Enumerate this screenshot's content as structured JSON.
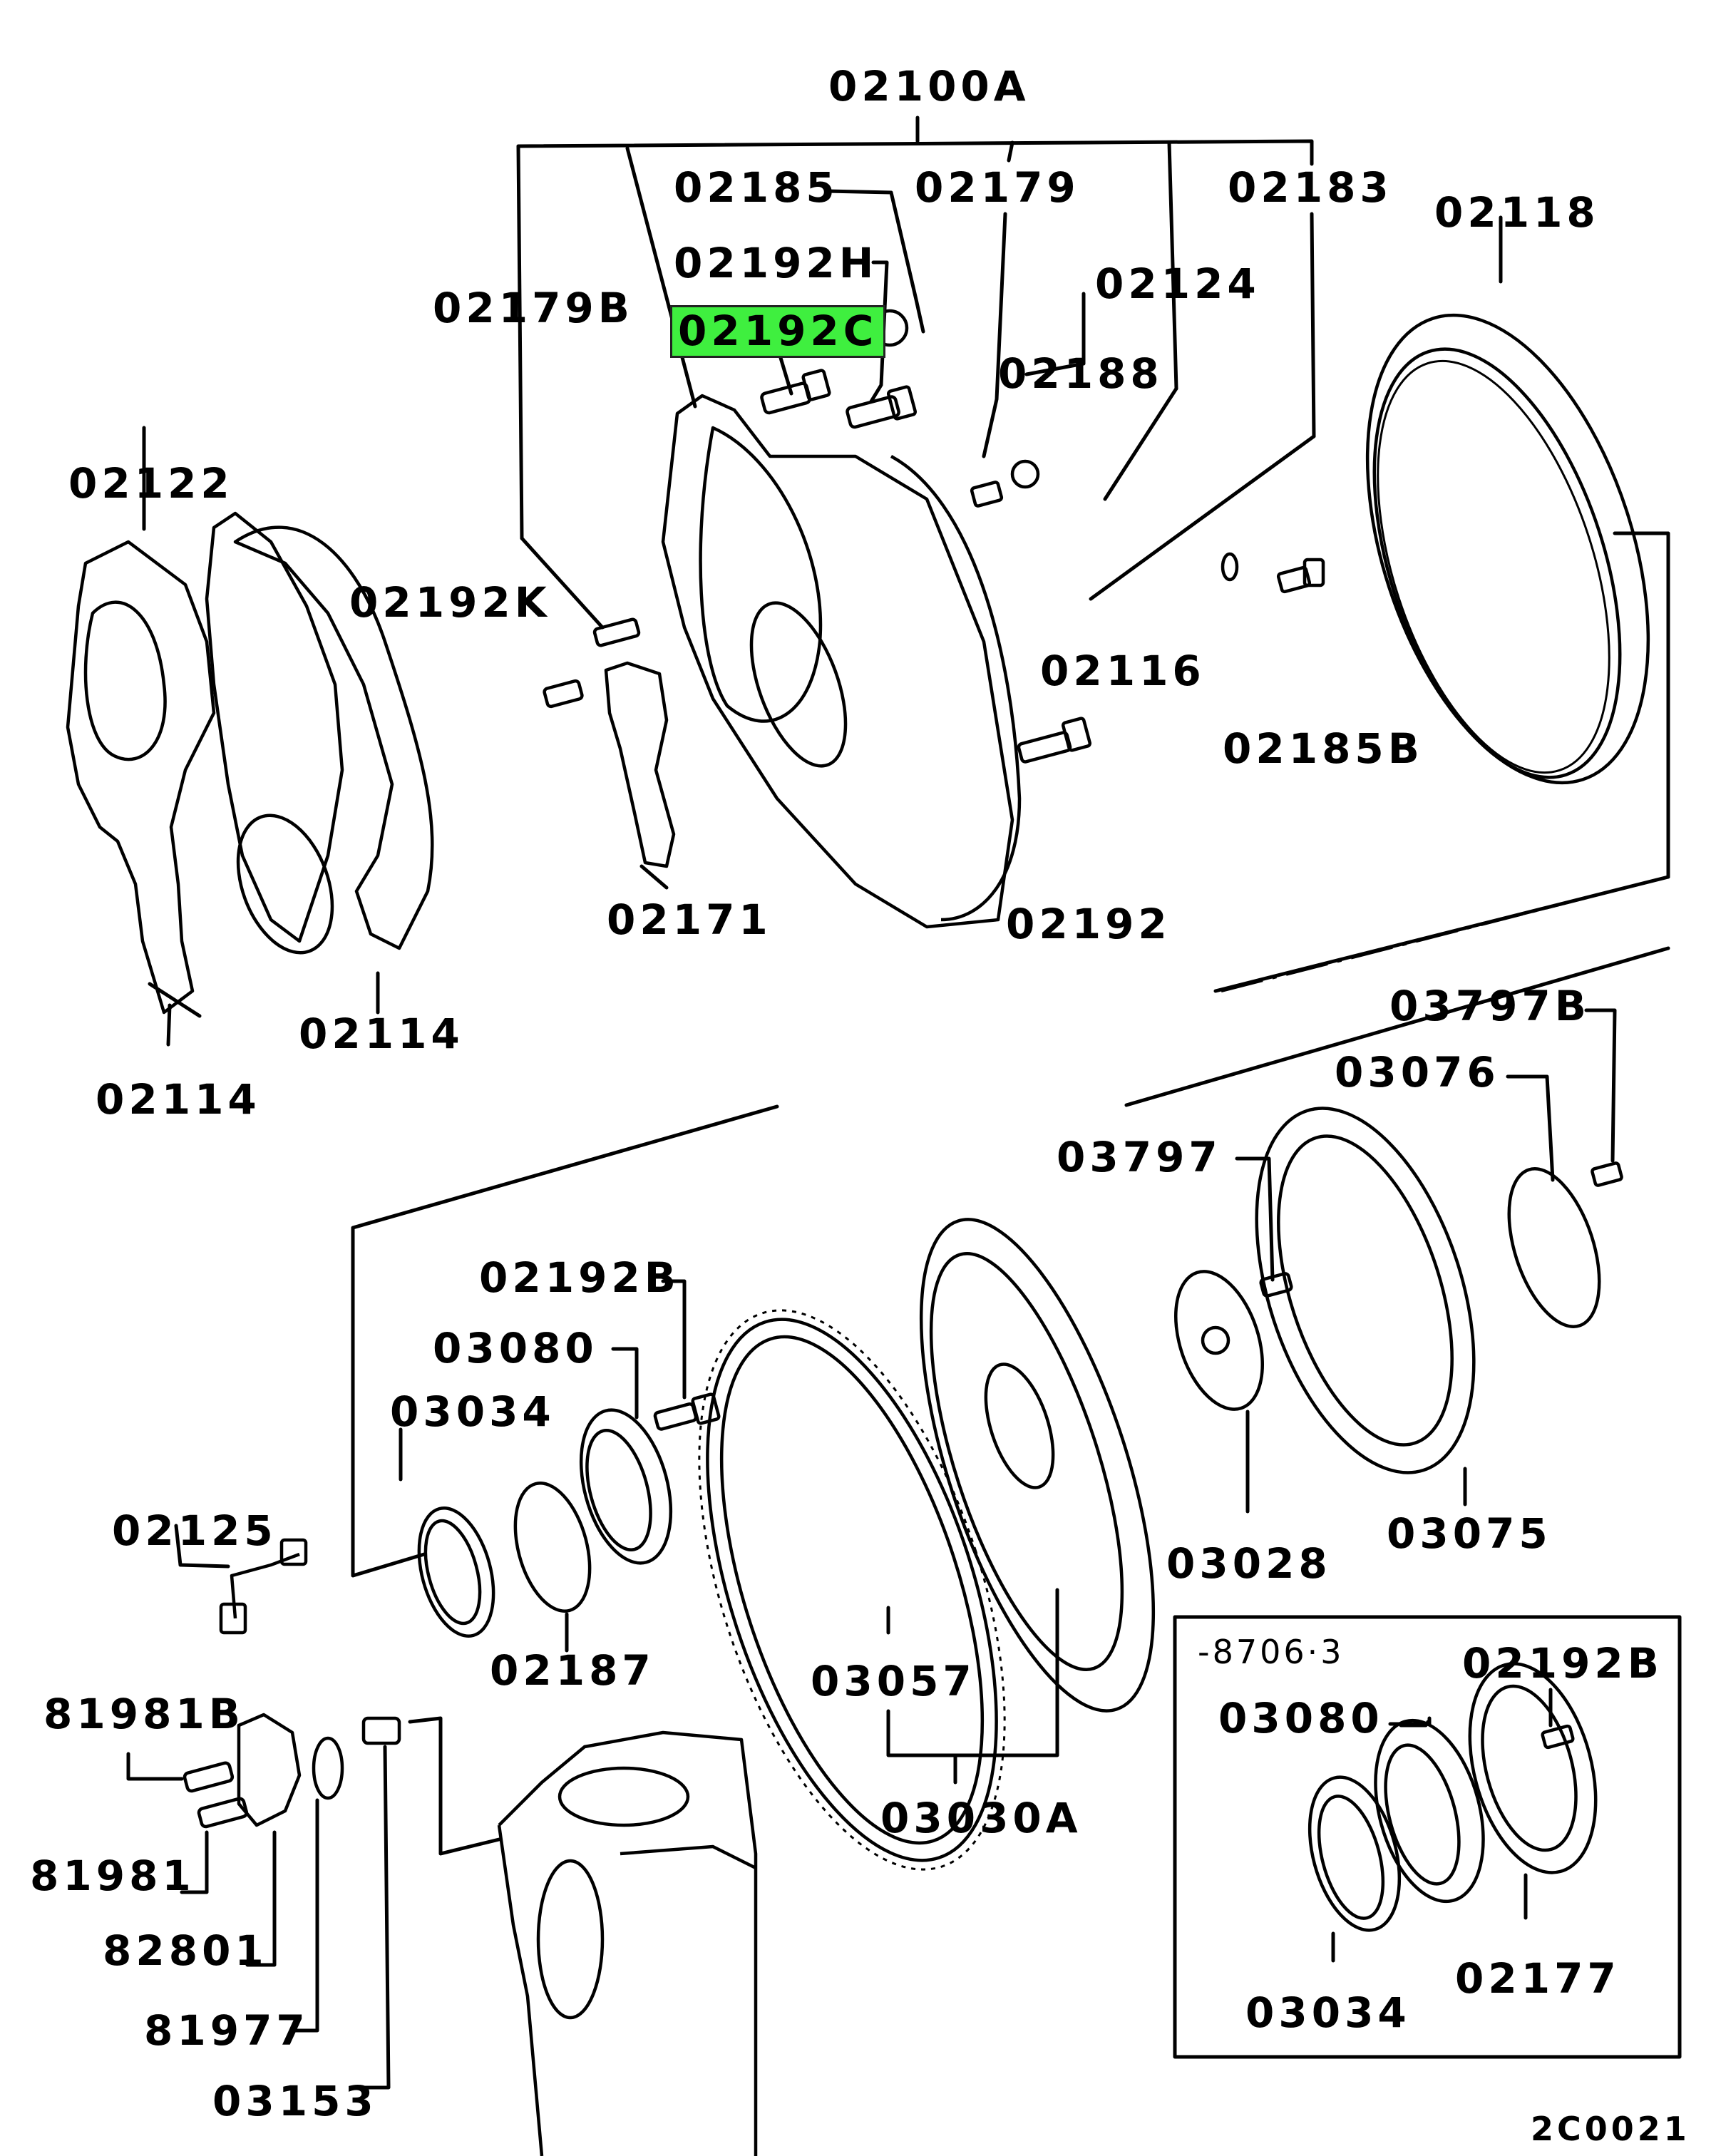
{
  "diagram": {
    "title": "Flywheel housing / timing case parts diagram",
    "highlight_color": "#3fef3f",
    "drawing_code": "2C0021",
    "callouts": {
      "02100A": "02100A",
      "02185": "02185",
      "02179": "02179",
      "02183": "02183",
      "02118": "02118",
      "02192H": "02192H",
      "02179B": "02179B",
      "02124": "02124",
      "02192C": "02192C",
      "02188": "02188",
      "02122": "02122",
      "02192K": "02192K",
      "02116": "02116",
      "02185B": "02185B",
      "02171": "02171",
      "02192": "02192",
      "02114a": "02114",
      "02114b": "02114",
      "03797B": "03797B",
      "03076": "03076",
      "03797": "03797",
      "02192B": "02192B",
      "03080": "03080",
      "03034": "03034",
      "02125": "02125",
      "03028": "03028",
      "03075": "03075",
      "03057": "03057",
      "02187": "02187",
      "81981B": "81981B",
      "03030A": "03030A",
      "81981": "81981",
      "82801": "82801",
      "81977": "81977",
      "03153": "03153"
    },
    "highlighted_part": "02192C",
    "inset": {
      "date_note": "-8706·3",
      "callouts": {
        "02192B": "02192B",
        "03080": "03080",
        "03034": "03034",
        "02177": "02177"
      }
    }
  }
}
